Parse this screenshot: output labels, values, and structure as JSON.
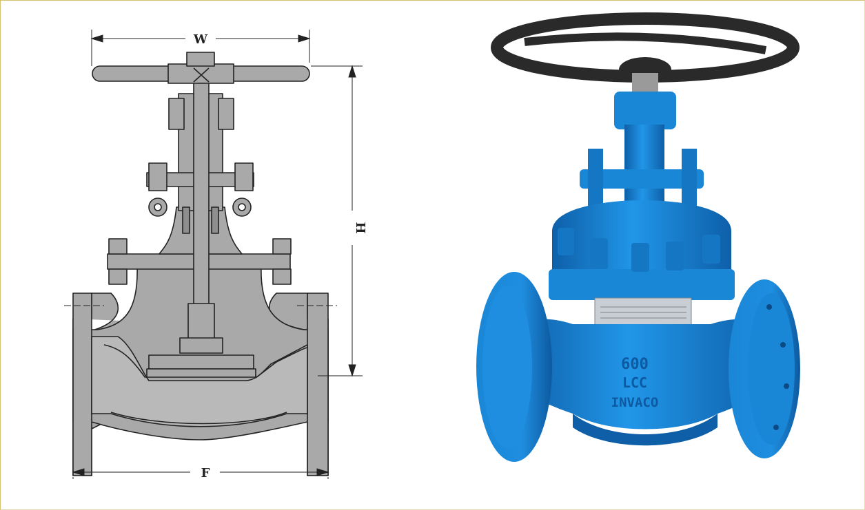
{
  "diagram": {
    "dimensions": {
      "width_label": "W",
      "height_label": "H",
      "face_label": "F"
    }
  },
  "photo": {
    "body_markings": [
      "600",
      "LCC",
      "INVACO"
    ]
  },
  "colors": {
    "drawing_fill": "#a9a9a9",
    "drawing_dark": "#8e8e8e",
    "drawing_stroke": "#222222",
    "valve_blue": "#1a86d6",
    "valve_blue_dark": "#0e5fa8",
    "handwheel": "#2a2a2a",
    "frame_border": "#d8c070"
  }
}
